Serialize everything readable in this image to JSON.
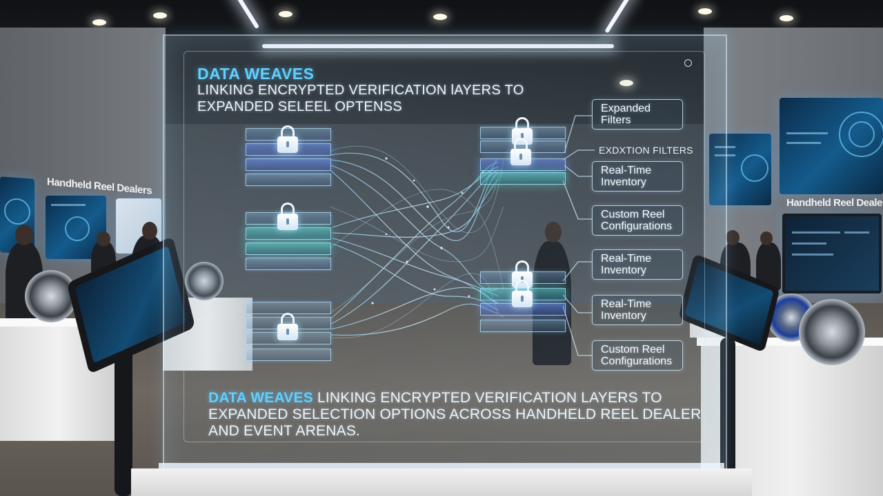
{
  "panel": {
    "title": "DATA WEAVES",
    "subtitle_line1": "LINKING ENCRYPTED VERIFICATION lAYERS TO",
    "subtitle_line2": "EXPANDED SELEEL OPTENSS",
    "labels": [
      {
        "line1": "Expanded",
        "line2": "Filters"
      },
      {
        "line1": "EXDXTION FILTERS",
        "line2": ""
      },
      {
        "line1": "Real-Time",
        "line2": "Inventory"
      },
      {
        "line1": "Custom Reel",
        "line2": "Configurations"
      },
      {
        "line1": "Real-Time",
        "line2": "Inventory"
      },
      {
        "line1": "Real-Time",
        "line2": "Inventory"
      },
      {
        "line1": "Custom Reel",
        "line2": "Configurations"
      }
    ],
    "bottom_accent": "DATA WEAVES",
    "bottom_line1_rest": " LINKING ENCRYPTED VERIFICATION LAYERS TO",
    "bottom_line2": "EXPANDED SELECTION OPTIONS ACROSS HANDHELD REEL DEALER",
    "bottom_line3": "AND EVENT ARENAS."
  },
  "signs": {
    "left": "Handheld Reel Dealers",
    "right": "Handheld Reel Dealers"
  },
  "colors": {
    "accent": "#5fd0ff",
    "glass_edge": "#d7f0ff",
    "weave": "#9fe3ff"
  }
}
